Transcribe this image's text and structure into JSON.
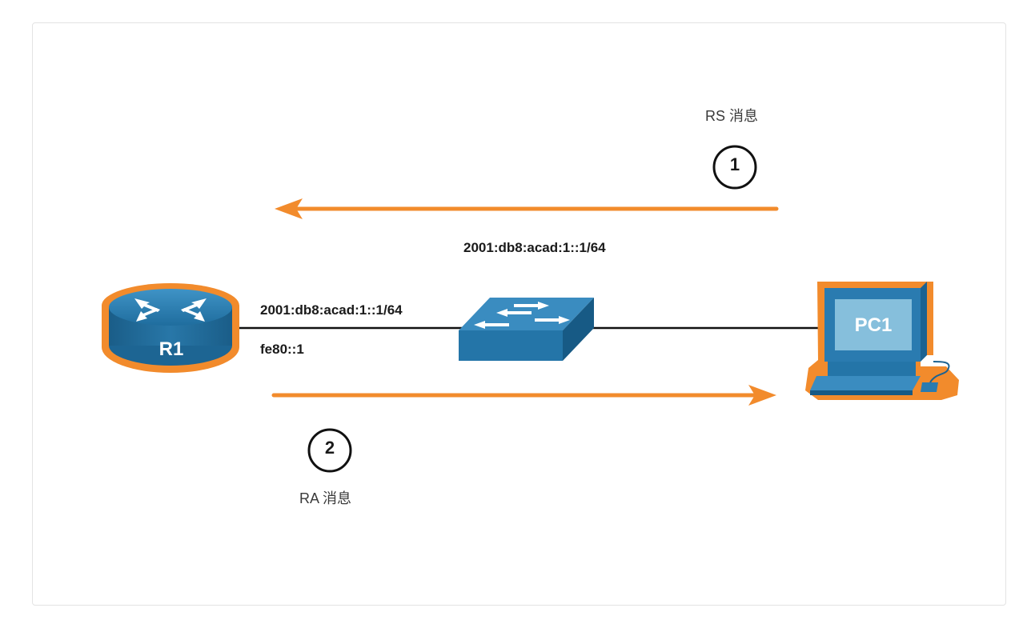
{
  "diagram": {
    "messages": {
      "rs": {
        "number": "1",
        "label": "RS 消息"
      },
      "ra": {
        "number": "2",
        "label": "RA 消息"
      }
    },
    "addresses": {
      "switch_label": "2001:db8:acad:1::1/64",
      "router_global": "2001:db8:acad:1::1/64",
      "router_link_local": "fe80::1"
    },
    "devices": {
      "router": "R1",
      "pc": "PC1"
    },
    "colors": {
      "arrow": "#f28b2c",
      "device_blue": "#2a7bb0",
      "highlight": "#f28b2c"
    }
  }
}
